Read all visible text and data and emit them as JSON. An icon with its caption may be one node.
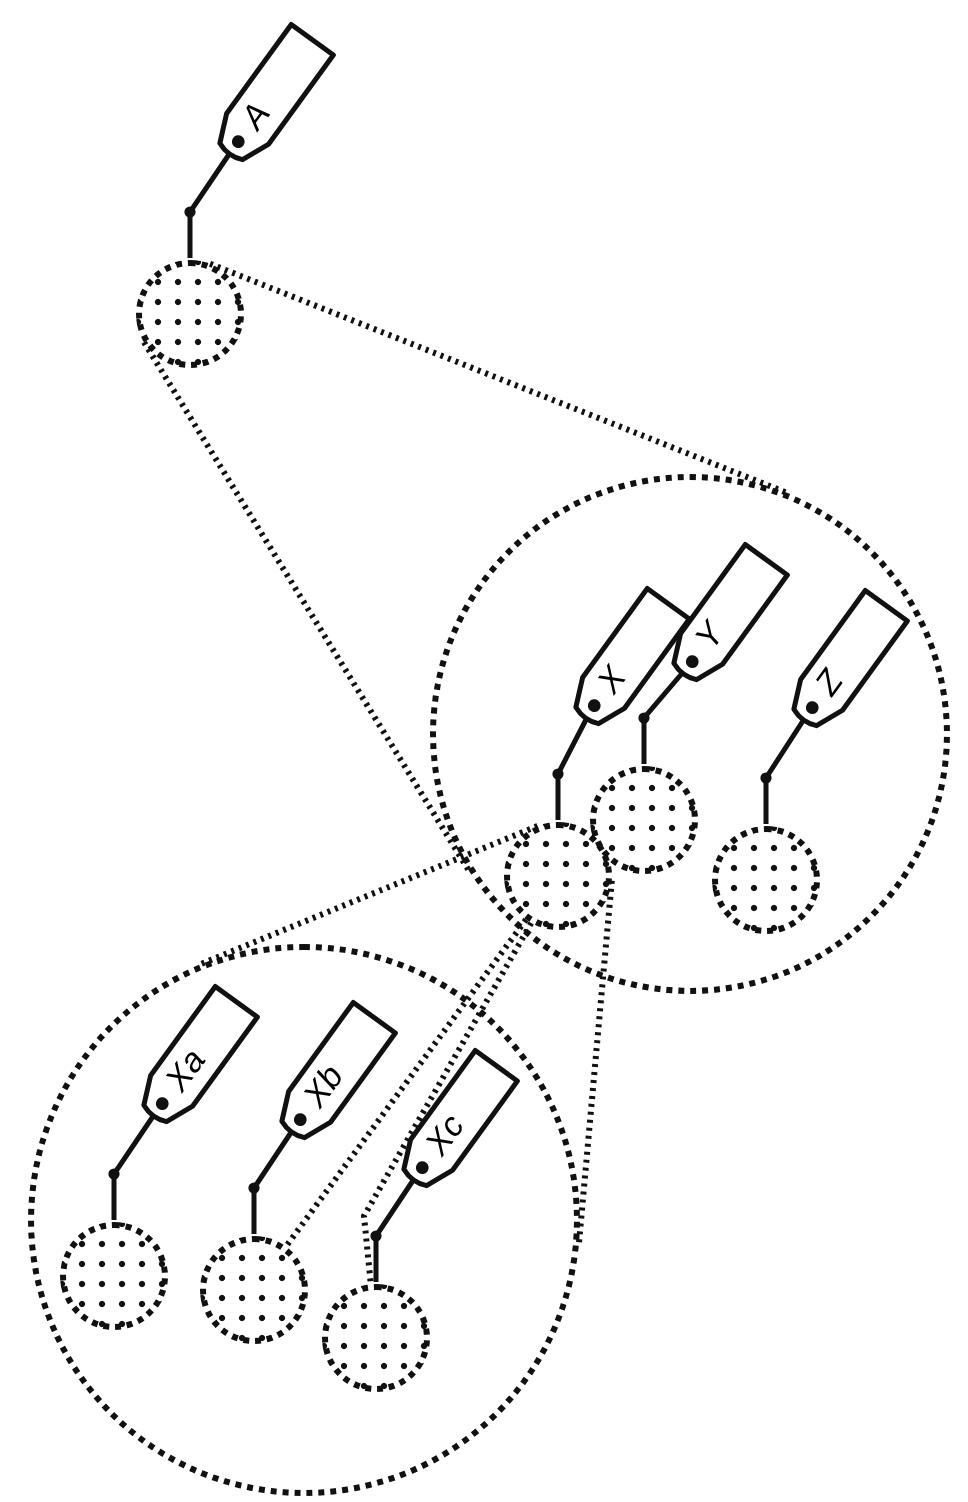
{
  "diagram": {
    "nodes": [
      {
        "text": [
          "A"
        ]
      },
      {
        "text": [],
        "shape": "circle"
      },
      {
        "text": [],
        "shape": "circle"
      },
      {
        "text": [
          "X"
        ],
        "in": 2
      },
      {
        "text": [],
        "shape": "circle",
        "in": 2
      },
      {
        "text": [
          "Y"
        ],
        "in": 2
      },
      {
        "text": [],
        "shape": "circle",
        "in": 2
      },
      {
        "text": [
          "Z"
        ],
        "in": 2
      },
      {
        "text": [],
        "shape": "circle",
        "in": 2
      },
      {
        "text": [],
        "shape": "circle"
      },
      {
        "text": [
          "Xa"
        ],
        "in": 9
      },
      {
        "text": [],
        "shape": "circle",
        "in": 9
      },
      {
        "text": [
          "Xb"
        ],
        "in": 9
      },
      {
        "text": [],
        "shape": "circle",
        "in": 9
      },
      {
        "text": [
          "Xc"
        ],
        "in": 9
      },
      {
        "text": [],
        "shape": "circle",
        "in": 9
      }
    ],
    "edges": [
      {
        "from": 0,
        "to": 1,
        "arrow": "none"
      },
      {
        "from": 1,
        "to": 2,
        "arrow": "none",
        "style": "dashed"
      },
      {
        "from": 1,
        "to": 2,
        "arrow": "none",
        "style": "dashed"
      },
      {
        "from": 3,
        "to": 4,
        "arrow": "none"
      },
      {
        "from": 5,
        "to": 6,
        "arrow": "none"
      },
      {
        "from": 7,
        "to": 8,
        "arrow": "none"
      },
      {
        "from": 4,
        "to": 9,
        "arrow": "none",
        "style": "dashed"
      },
      {
        "from": 4,
        "to": 9,
        "arrow": "none",
        "style": "dashed"
      },
      {
        "from": 10,
        "to": 11,
        "arrow": "none"
      },
      {
        "from": 12,
        "to": 13,
        "arrow": "none"
      },
      {
        "from": 14,
        "to": 15,
        "arrow": "none"
      },
      {
        "from": 4,
        "to": 13,
        "arrow": "none",
        "style": "dashed"
      },
      {
        "from": 4,
        "to": 15,
        "arrow": "none",
        "style": "dashed"
      }
    ]
  }
}
